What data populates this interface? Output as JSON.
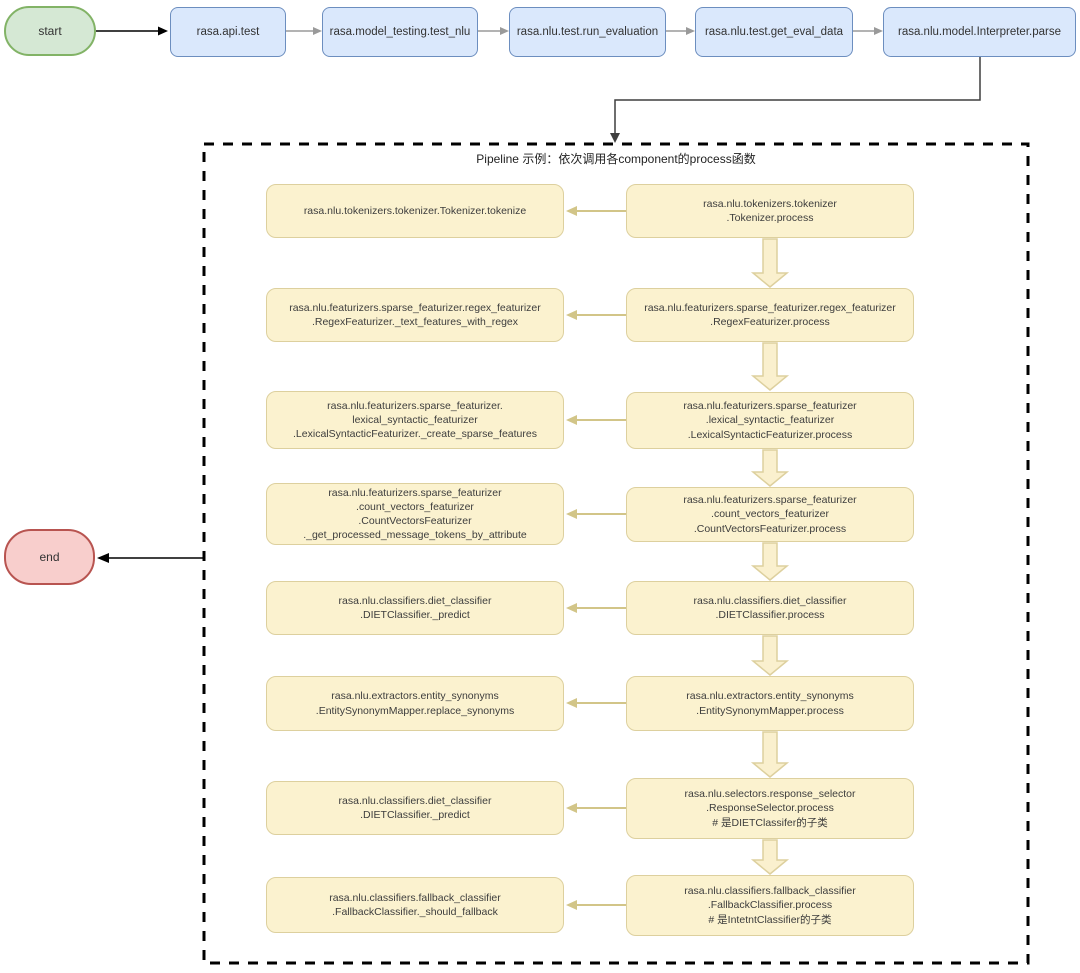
{
  "colors": {
    "start_fill": "#d5e8d4",
    "start_border": "#82b366",
    "end_fill": "#f8cecc",
    "end_border": "#b85450",
    "step_fill": "#dae8fc",
    "step_border": "#6c8ebf",
    "task_fill": "#fbf2cf",
    "task_border": "#ddd09e",
    "block_arrow_fill": "#faf0ce",
    "block_arrow_border": "#ddd09e",
    "thin_arrow": "#d2c588",
    "connector_gray": "#9a9a9a",
    "connector_dark": "#3f3f3f"
  },
  "top_flow": {
    "start_label": "start",
    "steps": [
      {
        "label": "rasa.api.test"
      },
      {
        "label": "rasa.model_testing.test_nlu"
      },
      {
        "label": "rasa.nlu.test.run_evaluation"
      },
      {
        "label": "rasa.nlu.test.get_eval_data"
      },
      {
        "label": "rasa.nlu.model.Interpreter.parse"
      }
    ]
  },
  "end_node": {
    "label": "end"
  },
  "pipeline": {
    "title": "Pipeline 示例：依次调用各component的process函数",
    "rows": [
      {
        "left": [
          "rasa.nlu.tokenizers.tokenizer.Tokenizer.tokenize"
        ],
        "right": [
          "rasa.nlu.tokenizers.tokenizer",
          ".Tokenizer.process"
        ]
      },
      {
        "left": [
          "rasa.nlu.featurizers.sparse_featurizer.regex_featurizer",
          ".RegexFeaturizer._text_features_with_regex"
        ],
        "right": [
          "rasa.nlu.featurizers.sparse_featurizer.regex_featurizer",
          ".RegexFeaturizer.process"
        ]
      },
      {
        "left": [
          "rasa.nlu.featurizers.sparse_featurizer.",
          "lexical_syntactic_featurizer",
          ".LexicalSyntacticFeaturizer._create_sparse_features"
        ],
        "right": [
          "rasa.nlu.featurizers.sparse_featurizer",
          ".lexical_syntactic_featurizer",
          ".LexicalSyntacticFeaturizer.process"
        ]
      },
      {
        "left": [
          "rasa.nlu.featurizers.sparse_featurizer",
          ".count_vectors_featurizer",
          ".CountVectorsFeaturizer",
          "._get_processed_message_tokens_by_attribute"
        ],
        "right": [
          "rasa.nlu.featurizers.sparse_featurizer",
          ".count_vectors_featurizer",
          ".CountVectorsFeaturizer.process"
        ]
      },
      {
        "left": [
          "rasa.nlu.classifiers.diet_classifier",
          ".DIETClassifier._predict"
        ],
        "right": [
          "rasa.nlu.classifiers.diet_classifier",
          ".DIETClassifier.process"
        ]
      },
      {
        "left": [
          "rasa.nlu.extractors.entity_synonyms",
          ".EntitySynonymMapper.replace_synonyms"
        ],
        "right": [
          "rasa.nlu.extractors.entity_synonyms",
          ".EntitySynonymMapper.process"
        ]
      },
      {
        "left": [
          "rasa.nlu.classifiers.diet_classifier",
          ".DIETClassifier._predict"
        ],
        "right": [
          "rasa.nlu.selectors.response_selector",
          ".ResponseSelector.process",
          "# 是DIETClassifer的子类"
        ]
      },
      {
        "left": [
          "rasa.nlu.classifiers.fallback_classifier",
          ".FallbackClassifier._should_fallback"
        ],
        "right": [
          "rasa.nlu.classifiers.fallback_classifier",
          ".FallbackClassifier.process",
          "# 是IntetntClassifier的子类"
        ]
      }
    ]
  }
}
